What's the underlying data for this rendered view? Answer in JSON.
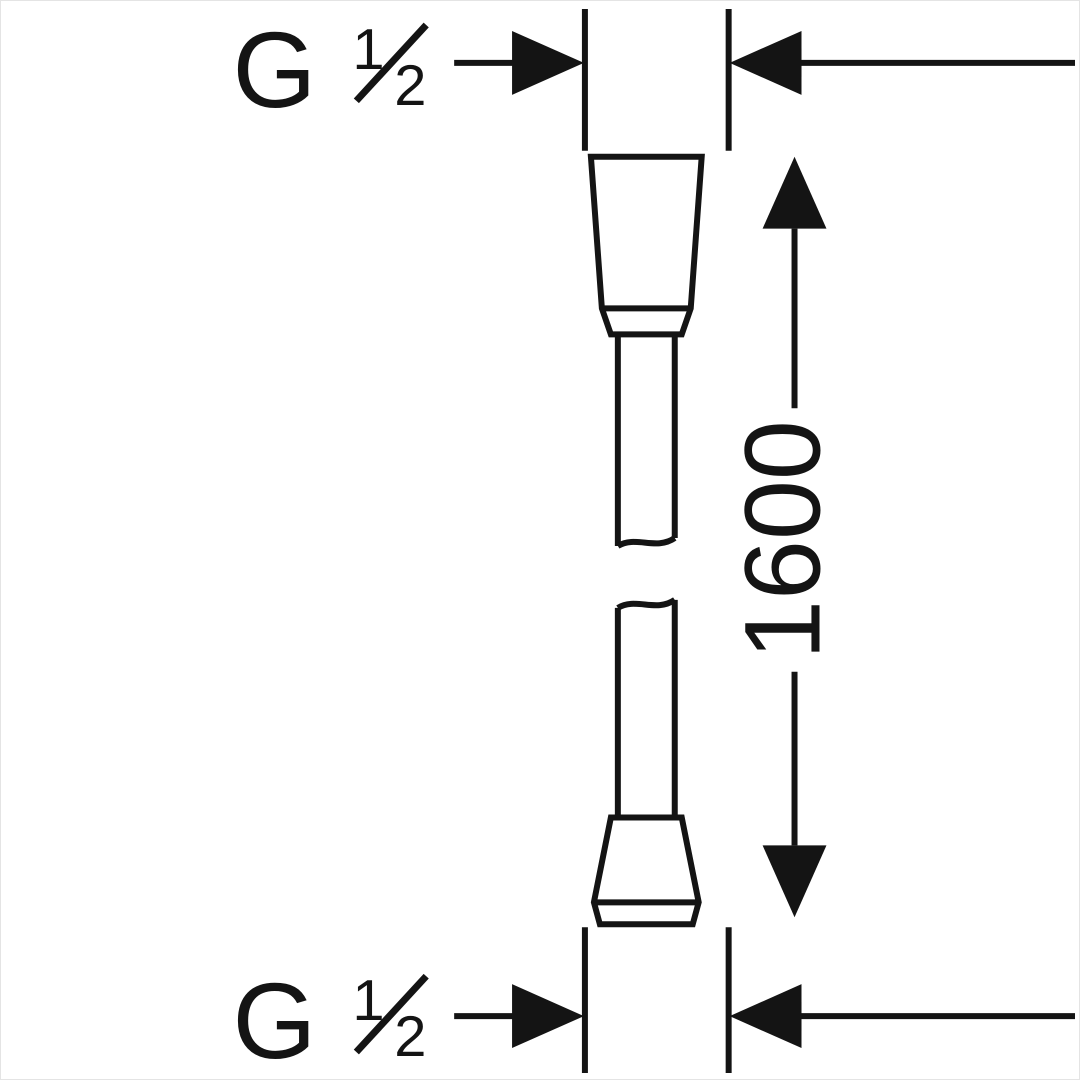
{
  "style": {
    "line_color": "#141414",
    "background_color": "#ffffff"
  },
  "drawing": {
    "thread_top": {
      "prefix": "G",
      "numerator": "1",
      "denominator": "2"
    },
    "thread_bottom": {
      "prefix": "G",
      "numerator": "1",
      "denominator": "2"
    },
    "length_label": "1600"
  }
}
